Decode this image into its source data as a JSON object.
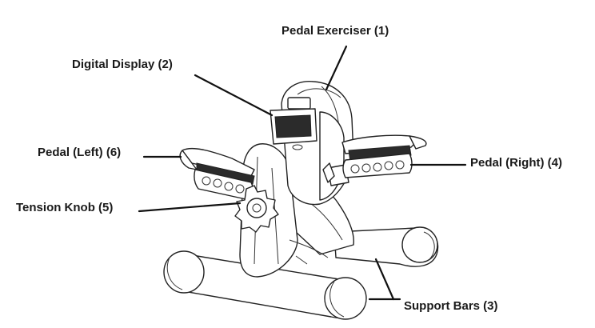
{
  "callouts": {
    "pedal_exerciser": "Pedal Exerciser (1)",
    "digital_display": "Digital Display  (2)",
    "pedal_left": "Pedal (Left) (6)",
    "tension_knob": "Tension Knob (5)",
    "pedal_right": "Pedal (Right) (4)",
    "support_bars": "Support Bars (3)"
  },
  "colors": {
    "line": "#222222",
    "text": "#1a1a1a",
    "background": "#ffffff"
  }
}
